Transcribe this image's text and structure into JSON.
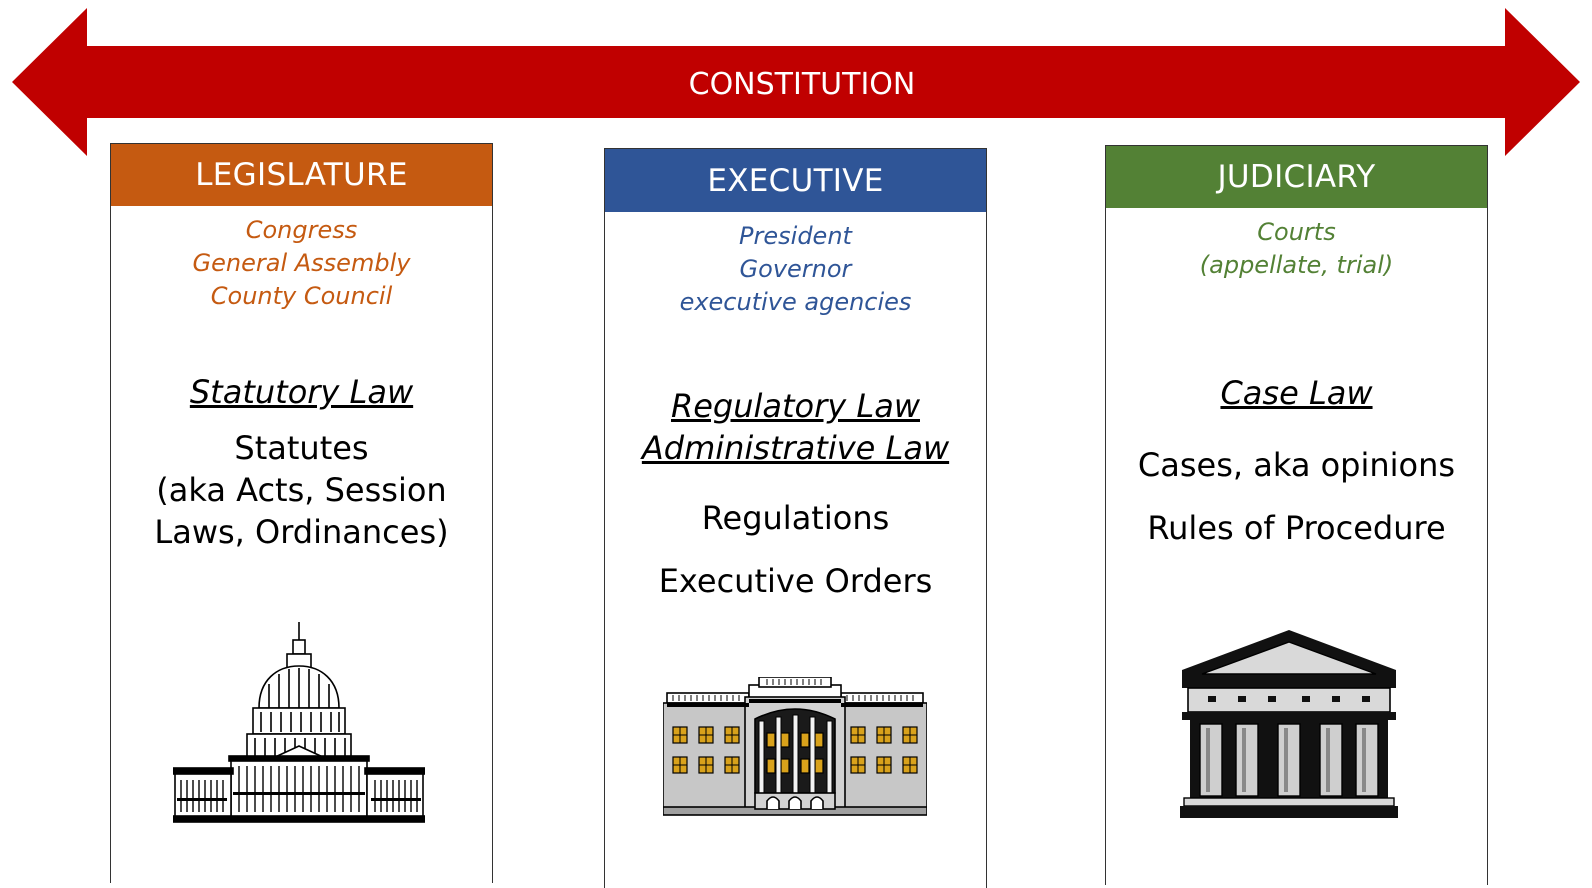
{
  "arrow": {
    "label": "CONSTITUTION",
    "color": "#c00000"
  },
  "branches": [
    {
      "title": "LEGISLATURE",
      "color": "#c55a11",
      "bodies": [
        "Congress",
        "General Assembly",
        "County Council"
      ],
      "law_types": [
        "Statutory Law"
      ],
      "sources": [
        "Statutes",
        "(aka Acts, Session",
        "Laws, Ordinances)"
      ],
      "icon": "capitol-building-icon"
    },
    {
      "title": "EXECUTIVE",
      "color": "#2f5597",
      "bodies": [
        "President",
        "Governor",
        "executive agencies"
      ],
      "law_types": [
        "Regulatory Law",
        "Administrative Law"
      ],
      "sources": [
        "Regulations",
        "Executive Orders"
      ],
      "icon": "white-house-icon"
    },
    {
      "title": "JUDICIARY",
      "color": "#538135",
      "bodies": [
        "Courts",
        "(appellate, trial)"
      ],
      "law_types": [
        "Case Law"
      ],
      "sources": [
        "Cases, aka opinions",
        "Rules of Procedure"
      ],
      "icon": "courthouse-icon"
    }
  ]
}
